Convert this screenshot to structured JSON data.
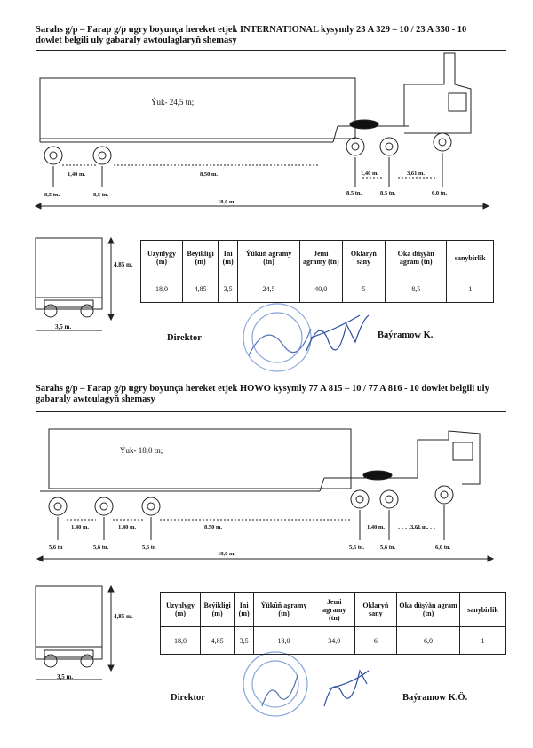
{
  "doc1": {
    "title_line1": "Sarahs g/p –  Farap g/p ugry boyunça  hereket etjek INTERNATIONAL kysymly 23 A 329 – 10 / 23 A 330 - 10",
    "title_line2": "dowlet  belgili  uly gabaraly awtoulaglaryň shemasy",
    "cargo": "Ýuk- 24,5 tn;",
    "dims": {
      "d1": "1,40 m.",
      "d2": "8,50 m.",
      "d3": "1,40 m.",
      "d4": "3,61 m.",
      "total": "18,0 m."
    },
    "loads": {
      "w1": "8,5 tn.",
      "w2": "8,5 tn.",
      "w3": "8,5 tn.",
      "w4": "8,5 tn.",
      "w5": "6,0 tn."
    },
    "height_label": "4,85 m.",
    "width_label": "3,5 m.",
    "table": {
      "headers": [
        "Uzynlygy (m)",
        "Beýikligi (m)",
        "Ini (m)",
        "Ýükûň agramy (tn)",
        "Jemi agramy (tn)",
        "Oklaryň sany",
        "Oka düşýän agram (tn)",
        "sanybirlik"
      ],
      "values": [
        "18,0",
        "4,85",
        "3,5",
        "24,5",
        "40,0",
        "5",
        "8,5",
        "1"
      ]
    },
    "director": "Direktor",
    "signatory": "Baýramow K."
  },
  "doc2": {
    "title_line1": "Sarahs  g/p –  Farap  g/p  ugry  boyunça  hereket etjek  HOWO kysymly  77 A 815 – 10 / 77 A 816 - 10 dowlet belgili  uly",
    "title_line2": "gabaraly awtoulagyň  shemasy",
    "cargo": "Ýuk- 18,0 tn;",
    "dims": {
      "d1": "1,40 m.",
      "d2": "1,40 m.",
      "d3": "8,50 m.",
      "d4": "1,40 m.",
      "d5": "3,61 m.",
      "total": "18,0 m."
    },
    "loads": {
      "w1": "5,6 tn",
      "w2": "5,6 tn.",
      "w3": "5,6 tn",
      "w4": "5,6 tn.",
      "w5": "5,6 tn.",
      "w6": "6,0 tn."
    },
    "height_label": "4,85 m.",
    "width_label": "3,5 m.",
    "table": {
      "headers": [
        "Uzynlygy (m)",
        "Beýikligi (m)",
        "Ini (m)",
        "Ýükûň agramy (tn)",
        "Jemi agramy (tn)",
        "Oklaryň sany",
        "Oka düşýän agram (tn)",
        "sanybirlik"
      ],
      "values": [
        "18,0",
        "4,85",
        "3,5",
        "18,0",
        "34,0",
        "6",
        "6,0",
        "1"
      ]
    },
    "director": "Direktor",
    "signatory": "Baýramow K.Ö."
  }
}
